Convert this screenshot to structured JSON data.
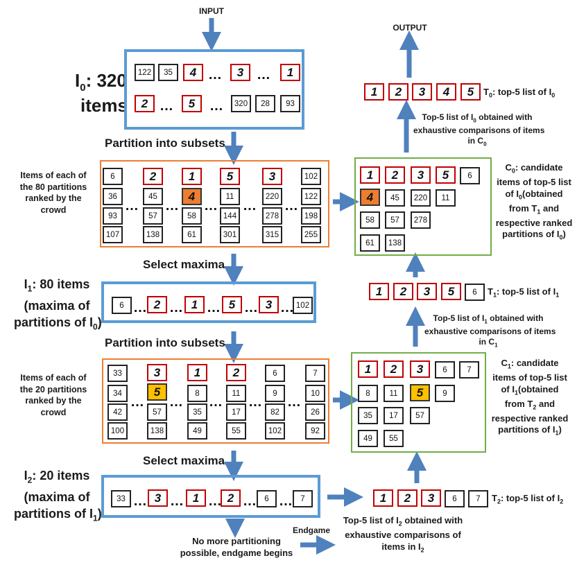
{
  "labels": {
    "input": "INPUT",
    "output": "OUTPUT",
    "i0_title_line1": "I",
    "i0_sub": "0",
    "i0_title_rest": ": 320",
    "i0_title_line2": "items",
    "partition1": "Partition into subsets",
    "partition2": "Partition into subsets",
    "select_max1": "Select maxima",
    "select_max2": "Select maxima",
    "items80_line1": "Items of each of",
    "items80_line2": "the 80 partitions",
    "items80_line3": "ranked by the",
    "items80_line4": "crowd",
    "items20_line1": "Items of each of",
    "items20_line2": "the 20 partitions",
    "items20_line3": "ranked by the",
    "items20_line4": "crowd",
    "i1_l1_a": "I",
    "i1_l1_sub": "1",
    "i1_l1_b": ": 80 items",
    "i1_l2": "(maxima of",
    "i1_l3_a": "partitions of I",
    "i1_l3_sub": "0",
    "i1_l3_b": ")",
    "i2_l1_a": "I",
    "i2_l1_sub": "2",
    "i2_l1_b": ": 20 items",
    "i2_l2": "(maxima of",
    "i2_l3_a": "partitions of I",
    "i2_l3_sub": "1",
    "i2_l3_b": ")",
    "no_more_l1": "No more partitioning",
    "no_more_l2": "possible, endgame begins",
    "endgame": "Endgame",
    "t0_a": "T",
    "t0_sub": "0",
    "t0_b": ": top-5 list of  I",
    "t0_sub2": "0",
    "t1_a": "T",
    "t1_sub": "1",
    "t1_b": ": top-5 list of  I",
    "t1_sub2": "1",
    "t2_a": "T",
    "t2_sub": "2",
    "t2_b": ": top-5 list of I",
    "t2_sub2": "2",
    "top5_i0_l1_a": "Top-5 list of I",
    "top5_i0_l1_sub": "0",
    "top5_i0_l1_b": " obtained with",
    "top5_i0_l2": "exhaustive comparisons of items",
    "top5_i0_l3_a": "in C",
    "top5_i0_l3_sub": "0",
    "top5_i1_l1_a": "Top-5 list of I",
    "top5_i1_l1_sub": "1",
    "top5_i1_l1_b": " obtained with",
    "top5_i1_l2": "exhaustive comparisons of items",
    "top5_i1_l3_a": "in C",
    "top5_i1_l3_sub": "1",
    "top5_i2_l1_a": "Top-5 list of I",
    "top5_i2_l1_sub": "2",
    "top5_i2_l1_b": " obtained with",
    "top5_i2_l2": "exhaustive comparisons of",
    "top5_i2_l3_a": "items in I",
    "top5_i2_l3_sub": "2",
    "c0_l1_a": "C",
    "c0_l1_sub": "0",
    "c0_l1_b": ": candidate",
    "c0_l2": "items of top-5 list",
    "c0_l3_a": "of I",
    "c0_l3_sub": "0",
    "c0_l3_b": "(obtained",
    "c0_l4_a": "from T",
    "c0_l4_sub": "1",
    "c0_l4_b": " and",
    "c0_l5": "respective ranked",
    "c0_l6_a": "partitions of I",
    "c0_l6_sub": "0",
    "c0_l6_b": ")",
    "c1_l1_a": "C",
    "c1_l1_sub": "1",
    "c1_l1_b": ": candidate",
    "c1_l2": "items of top-5 list",
    "c1_l3_a": "of I",
    "c1_l3_sub": "1",
    "c1_l3_b": "(obtained",
    "c1_l4_a": "from T",
    "c1_l4_sub": "2",
    "c1_l4_b": " and",
    "c1_l5": "respective ranked",
    "c1_l6_a": "partitions of I",
    "c1_l6_sub": "1",
    "c1_l6_b": ")"
  },
  "i0": {
    "row1": [
      "122",
      "35",
      "4",
      "3",
      "1"
    ],
    "row2": [
      "2",
      "5",
      "320",
      "28",
      "93"
    ],
    "dots": "…"
  },
  "partitions80": {
    "col1": [
      "6",
      "36",
      "93",
      "107"
    ],
    "col2": [
      "2",
      "45",
      "57",
      "138"
    ],
    "col3": [
      "1",
      "4",
      "58",
      "61"
    ],
    "col4": [
      "5",
      "11",
      "144",
      "301"
    ],
    "col5": [
      "3",
      "220",
      "278",
      "315"
    ],
    "col6": [
      "102",
      "122",
      "198",
      "255"
    ],
    "dots": "…"
  },
  "i1_items": [
    "6",
    "2",
    "1",
    "5",
    "3",
    "102"
  ],
  "partitions20": {
    "col1": [
      "33",
      "34",
      "42",
      "100"
    ],
    "col2": [
      "3",
      "5",
      "57",
      "138"
    ],
    "col3": [
      "1",
      "8",
      "35",
      "49"
    ],
    "col4": [
      "2",
      "11",
      "17",
      "55"
    ],
    "col5": [
      "6",
      "9",
      "82",
      "102"
    ],
    "col6": [
      "7",
      "10",
      "26",
      "92"
    ],
    "dots": "…"
  },
  "i2_items": [
    "33",
    "3",
    "1",
    "2",
    "6",
    "7"
  ],
  "t0": [
    "1",
    "2",
    "3",
    "4",
    "5"
  ],
  "t1": [
    "1",
    "2",
    "3",
    "5",
    "6"
  ],
  "t2": [
    "1",
    "2",
    "3",
    "6",
    "7"
  ],
  "c0": {
    "row1": [
      "1",
      "2",
      "3",
      "5",
      "6"
    ],
    "row2": [
      "4",
      "45",
      "220",
      "11"
    ],
    "row3": [
      "58",
      "57",
      "278"
    ],
    "row4": [
      "61",
      "138"
    ]
  },
  "c1": {
    "row1": [
      "1",
      "2",
      "3",
      "6",
      "7"
    ],
    "row2": [
      "8",
      "11",
      "5",
      "9"
    ],
    "row3": [
      "35",
      "17",
      "57"
    ],
    "row4": [
      "49",
      "55"
    ]
  },
  "colors": {
    "blue_frame": "#5b9bd5",
    "orange_frame": "#ed7d31",
    "green_frame": "#70ad47",
    "red_cell": "#c00000",
    "orange_fill": "#ed7d31",
    "yellow_fill": "#ffc000"
  }
}
